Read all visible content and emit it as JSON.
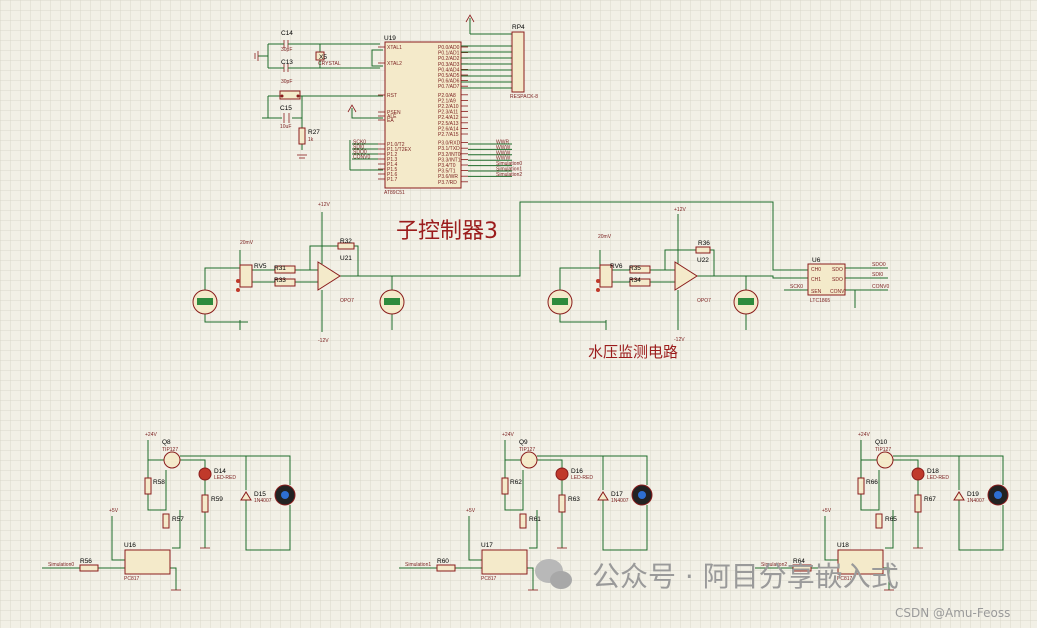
{
  "titles": {
    "subcontroller": "子控制器3",
    "water_pressure": "水压监测电路"
  },
  "mcu": {
    "ref": "U19",
    "part": "AT89C51"
  },
  "mcu_pins_left": [
    "XTAL1",
    "XTAL2",
    "RST",
    "PSEN",
    "ALE",
    "EA",
    "P1.0/T2",
    "P1.1/T2EX",
    "P1.2",
    "P1.3",
    "P1.4",
    "P1.5",
    "P1.6",
    "P1.7"
  ],
  "mcu_pins_right": [
    "P0.0/AD0",
    "P0.1/AD1",
    "P0.2/AD2",
    "P0.3/AD3",
    "P0.4/AD4",
    "P0.5/AD5",
    "P0.6/AD6",
    "P0.7/AD7",
    "P2.0/A8",
    "P2.1/A9",
    "P2.2/A10",
    "P2.3/A11",
    "P2.4/A12",
    "P2.5/A13",
    "P2.6/A14",
    "P2.7/A15",
    "P3.0/RXD",
    "P3.1/TXD",
    "P3.2/INT0",
    "P3.3/INT1",
    "P3.4/T0",
    "P3.5/T1",
    "P3.6/WR",
    "P3.7/RD"
  ],
  "net_labels_p1": [
    "SCK0",
    "SDI0",
    "SDO0",
    "CONV0"
  ],
  "net_labels_p3": [
    "WWR",
    "WWW",
    "WWW",
    "WWW",
    "Simulation0",
    "Simulation1",
    "Simulation2"
  ],
  "rp4": {
    "ref": "RP4",
    "part": "RESPACK-8"
  },
  "crystal": {
    "ref": "X5",
    "part": "CRYSTAL"
  },
  "capacitors": [
    {
      "ref": "C14",
      "value": "30pF"
    },
    {
      "ref": "C13",
      "value": "30pF"
    },
    {
      "ref": "C15",
      "value": "10uF"
    }
  ],
  "resistors_top": [
    {
      "ref": "R27",
      "value": "1k"
    }
  ],
  "opamp_a": {
    "ref": "U21",
    "part": "OPO7",
    "rv": "RV5",
    "rin": "R31",
    "rin2": "R33",
    "rf": "R32",
    "vplus": "+12V",
    "vminus": "-12V",
    "src": "20mV"
  },
  "opamp_b": {
    "ref": "U22",
    "part": "OPO7",
    "rv": "RV6",
    "rin": "R35",
    "rin2": "R34",
    "rf": "R36",
    "vplus": "+12V",
    "vminus": "-12V",
    "src": "20mV"
  },
  "adc": {
    "ref": "U6",
    "part": "LTC1865",
    "pins_left": [
      "CH0",
      "CH1",
      "SEN"
    ],
    "pins_right": [
      "SDO",
      "SDO",
      "CONV"
    ],
    "nets": [
      "SDO0",
      "SDI0",
      "CONV0",
      "SCK0"
    ]
  },
  "drivers": [
    {
      "q": "Q8",
      "d_led": "D14",
      "d_z": "D15",
      "r_top": "R58",
      "r_mid": "R57",
      "r_led": "R59",
      "r_in": "R56",
      "opto": "U16",
      "opto_part": "PC817",
      "in_net": "Simulation0",
      "supply": "+24V",
      "vcc": "+5V"
    },
    {
      "q": "Q9",
      "d_led": "D16",
      "d_z": "D17",
      "r_top": "R62",
      "r_mid": "R61",
      "r_led": "R63",
      "r_in": "R60",
      "opto": "U17",
      "opto_part": "PC817",
      "in_net": "Simulation1",
      "supply": "+24V",
      "vcc": "+5V"
    },
    {
      "q": "Q10",
      "d_led": "D18",
      "d_z": "D19",
      "r_top": "R66",
      "r_mid": "R65",
      "r_led": "R67",
      "r_in": "R64",
      "opto": "U18",
      "opto_part": "PC817",
      "in_net": "Simulation2",
      "supply": "+24V",
      "vcc": "+5V"
    }
  ],
  "transistor_part": "TIP127",
  "led_part": "LED-RED",
  "zener_part": "1N4007",
  "watermark": {
    "account": "公众号 · 阿目分享嵌入式",
    "credit": "CSDN @Amu-Feoss"
  },
  "colors": {
    "background": "#f2f0e6",
    "grid": "#d4d2c4",
    "wire": "#1d6b2a",
    "component": "#8a1c1c",
    "component_fill": "#f4eaca",
    "meter": "#2e8b3d"
  }
}
